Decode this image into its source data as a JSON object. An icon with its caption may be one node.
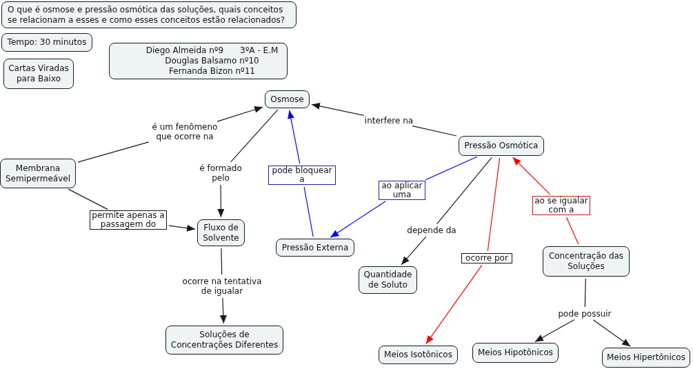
{
  "diagram": {
    "nodes": [
      {
        "text": [
          "O que é osmose e pressão osmótica das soluções, quais conceitos se relacionam a esses e como esses conceitos estão relacionados?"
        ]
      },
      {
        "text": [
          "Tempo: 30 minutos"
        ]
      },
      {
        "text": [
          "Diego Almeida nº9",
          "3ºA - E.M",
          "Douglas Balsamo nº10",
          "Fernanda Bizon nº11"
        ]
      },
      {
        "text": [
          "Cartas Viradas para Baixo"
        ]
      },
      {
        "text": [
          "Osmose"
        ]
      },
      {
        "text": [
          "é um fenômeno que ocorre na"
        ]
      },
      {
        "text": [
          "Membrana Semipermeável"
        ]
      },
      {
        "text": [
          "é formado pelo"
        ]
      },
      {
        "text": [
          "pode bloquear a"
        ]
      },
      {
        "text": [
          "interfere na"
        ]
      },
      {
        "text": [
          "Pressão Osmótica"
        ]
      },
      {
        "text": [
          "ao aplicar uma"
        ]
      },
      {
        "text": [
          "permite apenas a passagem do"
        ]
      },
      {
        "text": [
          "Fluxo de Solvente"
        ]
      },
      {
        "text": [
          "Pressão Externa"
        ]
      },
      {
        "text": [
          "ao se igualar com a"
        ]
      },
      {
        "text": [
          "depende da"
        ]
      },
      {
        "text": [
          "ocorre por"
        ]
      },
      {
        "text": [
          "Concentração das Soluções"
        ]
      },
      {
        "text": [
          "Quantidade de Soluto"
        ]
      },
      {
        "text": [
          "ocorre na tentativa de igualar"
        ]
      },
      {
        "text": [
          "pode possuir"
        ]
      },
      {
        "text": [
          "Soluções de Concentrações Diferentes"
        ]
      },
      {
        "text": [
          "Meios Isotônicos"
        ]
      },
      {
        "text": [
          "Meios Hipotônicos"
        ]
      },
      {
        "text": [
          "Meios Hipertônicos"
        ]
      }
    ],
    "edges": [
      {
        "from": 6,
        "to": 5,
        "arrow": "none"
      },
      {
        "from": 5,
        "to": 4,
        "arrow": "to"
      },
      {
        "from": 4,
        "to": 7,
        "arrow": "none"
      },
      {
        "from": 7,
        "to": 13,
        "arrow": "to"
      },
      {
        "from": 14,
        "to": 8,
        "arrow": "none",
        "color": "#0000ff"
      },
      {
        "from": 8,
        "to": 4,
        "arrow": "to",
        "color": "#0000ff"
      },
      {
        "from": 10,
        "to": 9,
        "arrow": "none"
      },
      {
        "from": 9,
        "to": 4,
        "arrow": "to"
      },
      {
        "from": 10,
        "to": 11,
        "arrow": "none",
        "color": "#0000ff"
      },
      {
        "from": 11,
        "to": 14,
        "arrow": "to",
        "color": "#0000ff"
      },
      {
        "from": 10,
        "to": 16,
        "arrow": "none"
      },
      {
        "from": 16,
        "to": 19,
        "arrow": "to"
      },
      {
        "from": 10,
        "to": 17,
        "arrow": "none",
        "color": "#ff0000"
      },
      {
        "from": 17,
        "to": 23,
        "arrow": "to",
        "color": "#ff0000"
      },
      {
        "from": 18,
        "to": 15,
        "arrow": "none",
        "color": "#ff0000"
      },
      {
        "from": 15,
        "to": 10,
        "arrow": "to",
        "color": "#ff0000"
      },
      {
        "from": 6,
        "to": 12,
        "arrow": "none"
      },
      {
        "from": 12,
        "to": 13,
        "arrow": "to"
      },
      {
        "from": 13,
        "to": 20,
        "arrow": "none"
      },
      {
        "from": 20,
        "to": 22,
        "arrow": "to"
      },
      {
        "from": 18,
        "to": 21,
        "arrow": "none"
      },
      {
        "from": 21,
        "to": 24,
        "arrow": "to"
      },
      {
        "from": 21,
        "to": 25,
        "arrow": "to"
      }
    ]
  }
}
